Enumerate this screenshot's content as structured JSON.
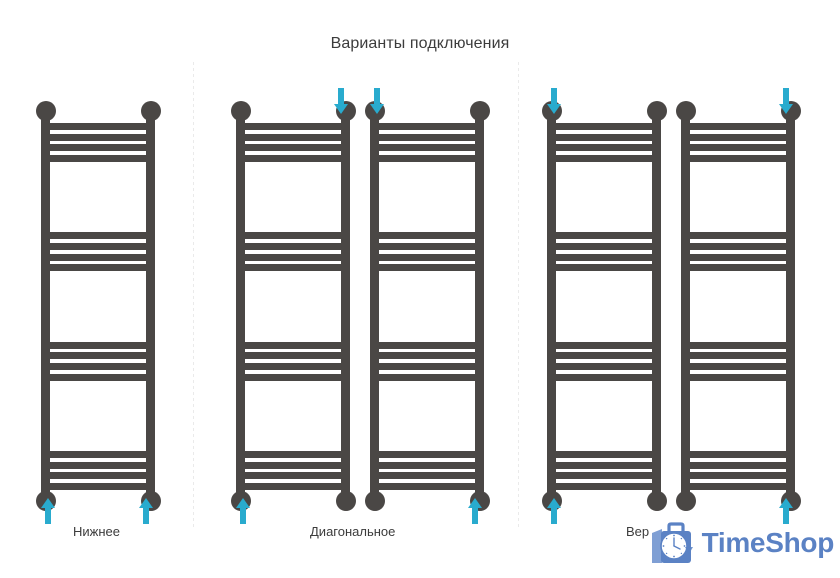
{
  "title": "Варианты подключения",
  "colors": {
    "radiator": "#4a4745",
    "arrow": "#29abce",
    "text": "#3c3c3c",
    "divider": "#e9e9e9",
    "logo": "#5b82c4",
    "background": "#ffffff"
  },
  "panels": [
    {
      "id": "bottom",
      "caption": "Нижнее",
      "radiators": 1,
      "arrows": [
        {
          "position": "bottom-left",
          "direction": "up"
        },
        {
          "position": "bottom-right",
          "direction": "up"
        }
      ]
    },
    {
      "id": "diagonal",
      "caption": "Диагональное",
      "radiators": 2,
      "arrows": [
        {
          "position": "top-right-of-first",
          "direction": "down"
        },
        {
          "position": "top-left-of-second",
          "direction": "down"
        },
        {
          "position": "bottom-left-of-first",
          "direction": "up"
        },
        {
          "position": "bottom-right-of-second",
          "direction": "up"
        }
      ]
    },
    {
      "id": "top",
      "caption": "Вер",
      "radiators": 2,
      "arrows": [
        {
          "position": "top-left-of-first",
          "direction": "down"
        },
        {
          "position": "top-right-of-second",
          "direction": "down"
        },
        {
          "position": "bottom-left-of-first",
          "direction": "up"
        },
        {
          "position": "bottom-right-of-second",
          "direction": "up"
        }
      ]
    }
  ],
  "radiator_geometry": {
    "rung_groups": 4,
    "rungs_per_group": 4,
    "rung_offsets_pct": [
      5,
      12,
      19,
      26,
      44,
      51,
      58,
      65,
      100,
      107,
      114,
      121,
      139,
      146,
      153,
      160
    ]
  },
  "logo": {
    "name": "TimeShop",
    "icon": "briefcase-clock-icon"
  }
}
